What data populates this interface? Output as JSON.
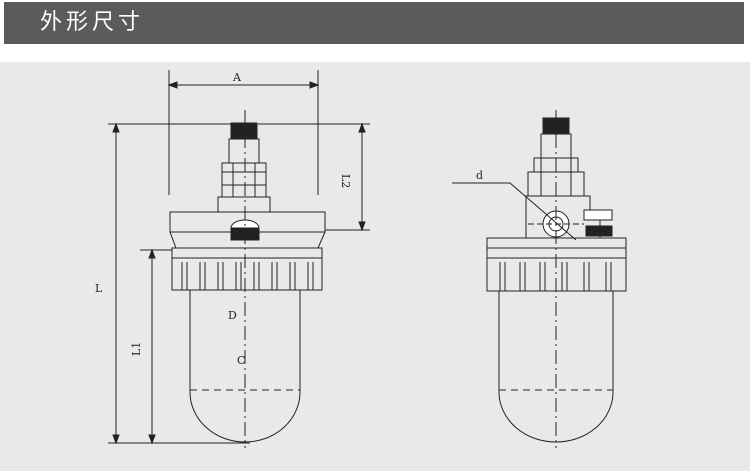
{
  "header": {
    "title": "外形尺寸"
  },
  "colors": {
    "header_bg": "#5b5b5b",
    "panel_bg": "#e9e9e9",
    "line": "#222222"
  },
  "dimensions": {
    "a": "A",
    "l": "L",
    "l1": "L1",
    "l2": "L2",
    "d_inner": "D",
    "c": "C",
    "d_port": "d"
  }
}
